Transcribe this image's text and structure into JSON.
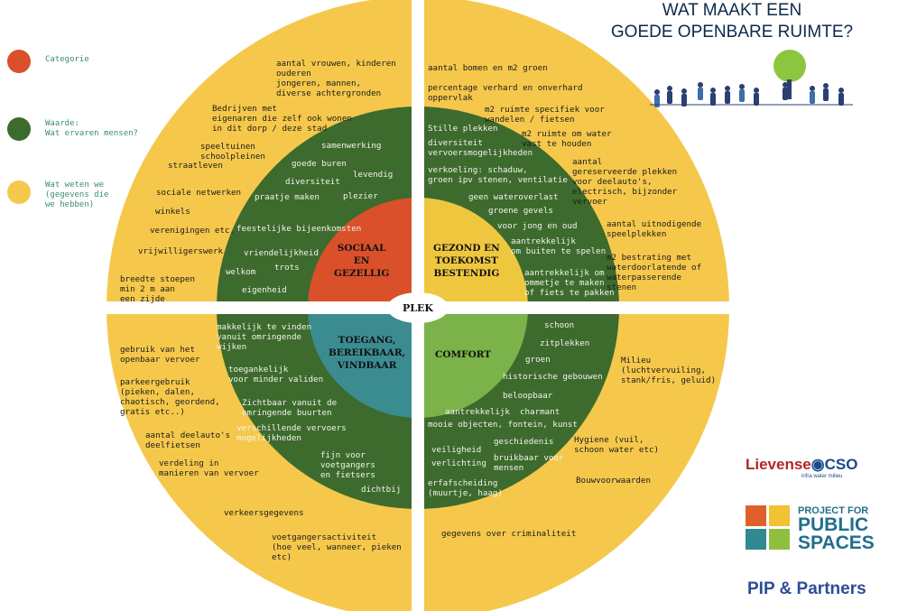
{
  "title": [
    "WAT MAAKT EEN",
    "GOEDE OPENBARE RUIMTE?"
  ],
  "colors": {
    "yellow": "#f5c84c",
    "green": "#3d6b2e",
    "red": "#d9502b",
    "gold": "#efc73f",
    "lightgreen": "#7bb34a",
    "teal": "#3b8c91"
  },
  "legend": [
    {
      "label": "Categorie",
      "color": "#d9502b"
    },
    {
      "label": "Waarde:\nWat ervaren mensen?",
      "color": "#3d6b2e"
    },
    {
      "label": "Wat weten we\n(gegevens die\nwe hebben)",
      "color": "#f5c84c"
    }
  ],
  "center": "PLEK",
  "categories": {
    "sociaal": "SOCIAAL\nEN\nGEZELLIG",
    "gezond": "GEZOND EN\nTOEKOMST\nBESTENDIG",
    "toegang": "TOEGANG,\nBEREIKBAAR,\nVINDBAAR",
    "comfort": "COMFORT"
  },
  "values": {
    "sociaal": [
      "samenwerking",
      "goede buren",
      "diversiteit",
      "levendig",
      "praatje maken",
      "plezier",
      "feestelijke bijeenkomsten",
      "vriendelijkheid",
      "welkom",
      "trots",
      "eigenheid"
    ],
    "gezond": [
      "Stille plekken",
      "diversiteit\nvervoersmogelijkheden",
      "verkoeling: schaduw,\ngroen ipv stenen, ventilatie",
      "geen wateroverlast",
      "groene gevels",
      "voor jong en oud",
      "aantrekkelijk\nom buiten te spelen",
      "aantrekkelijk om\nommetje te maken\nof fiets te pakken"
    ],
    "toegang": [
      "makkelijk te vinden\nvanuit omringende\nwijken",
      "toegankelijk\nvoor minder validen",
      "Zichtbaar vanuit de\nomringende buurten",
      "verschillende vervoers\nmogelijkheden",
      "fijn voor\nvoetgangers\nen fietsers",
      "dichtbij"
    ],
    "comfort": [
      "schoon",
      "zitplekken",
      "groen",
      "historische gebouwen",
      "beloopbaar",
      "aantrekkelijk  charmant",
      "mooie objecten, fontein, kunst",
      "geschiedenis",
      "veiligheid",
      "verlichting",
      "bruikbaar voor\nmensen",
      "erfafscheiding\n(muurtje, haag)"
    ]
  },
  "data": {
    "sociaal": [
      "aantal vrouwen, kinderen\nouderen\njongeren, mannen,\ndiverse achtergronden",
      "Bedrijven met\neigenaren die zelf ook wonen\nin dit dorp / deze stad",
      "speeltuinen\nschoolpleinen",
      "straatleven",
      "sociale netwerken",
      "winkels",
      "verenigingen etc.",
      "vrijwilligerswerk",
      "breedte stoepen\nmin 2 m aan\neen zijde"
    ],
    "gezond": [
      "aantal bomen en m2 groen",
      "percentage verhard en onverhard\noppervlak",
      "m2 ruimte specifiek voor\nwandelen / fietsen",
      "m2 ruimte om water\nvast te houden",
      "aantal\ngereserveerde plekken\nvoor deelauto's,\nelectrisch, bijzonder\nvervoer",
      "aantal uitnodigende\nspeelplekken",
      "m2 bestrating met\nwaterdoorlatende of\nwaterpasserende\nstenen"
    ],
    "toegang": [
      "gebruik van het\nopenbaar vervoer",
      "parkeergebruik\n(pieken, dalen,\nchaotisch, geordend,\ngratis etc..)",
      "aantal deelauto's\ndeelfietsen",
      "verdeling in\nmanieren van vervoer",
      "verkeersgegevens",
      "voetgangersactiviteit\n(hoe veel, wanneer, pieken\netc)"
    ],
    "comfort": [
      "Milieu\n(luchtvervuiling,\nstank/fris, geluid)",
      "Hygiene (vuil,\nschoon water etc)",
      "Bouwvoorwaarden",
      "gegevens over criminaliteit"
    ]
  },
  "logos": {
    "lievense_a": "Lievense",
    "lievense_b": "CSO",
    "lievense_sub": "infra water milieu",
    "pps": [
      "PROJECT FOR",
      "PUBLIC",
      "SPACES"
    ],
    "pip": "PIP & Partners"
  }
}
